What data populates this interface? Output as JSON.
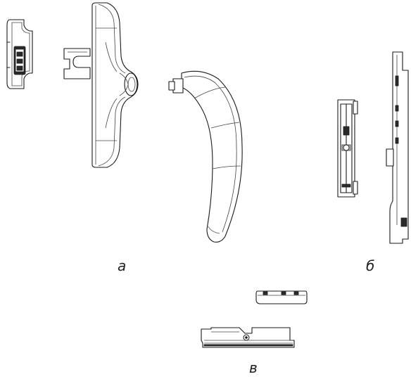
{
  "labels": {
    "a": "а",
    "b": "б",
    "v": "в"
  },
  "colors": {
    "line": "#1a1a1a",
    "background": "#ffffff",
    "shade": "#2a2a2a"
  }
}
